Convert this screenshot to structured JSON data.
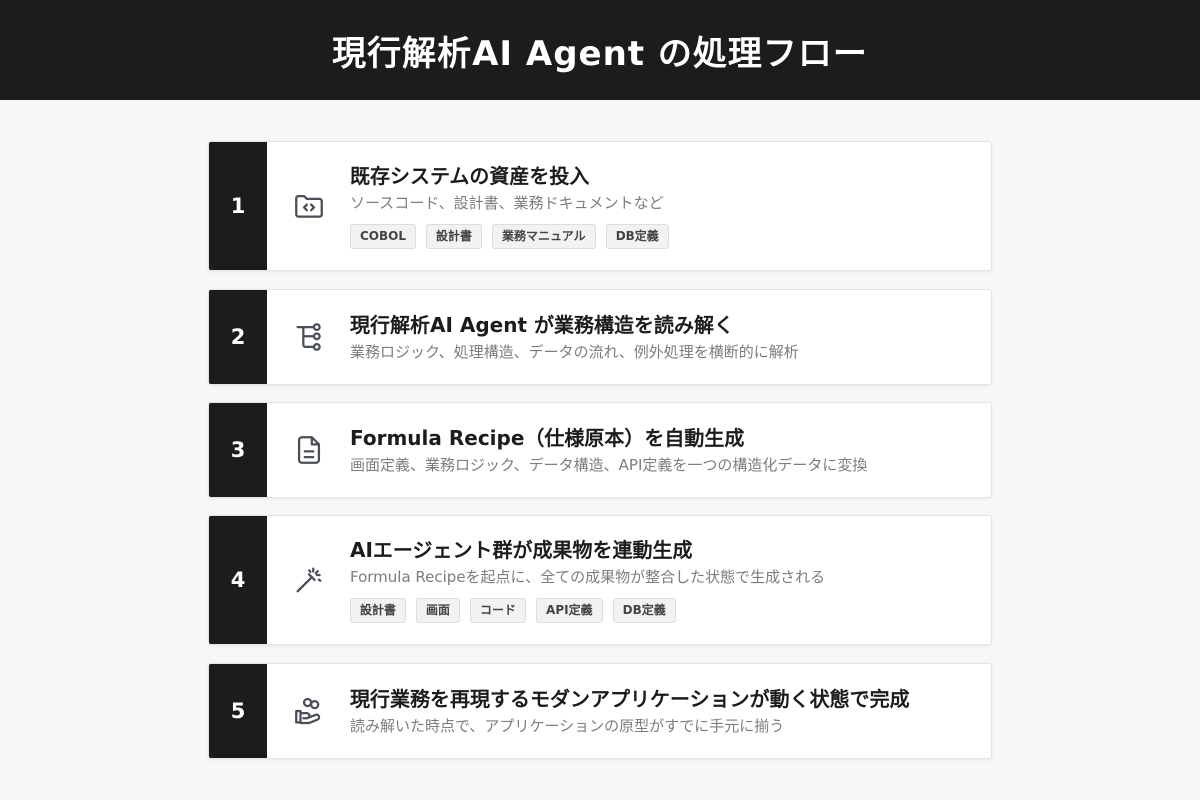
{
  "header": {
    "title": "現行解析AI Agent の処理フロー"
  },
  "steps": [
    {
      "number": "1",
      "icon": "folder-code-icon",
      "title": "既存システムの資産を投入",
      "description": "ソースコード、設計書、業務ドキュメントなど",
      "tags": [
        "COBOL",
        "設計書",
        "業務マニュアル",
        "DB定義"
      ]
    },
    {
      "number": "2",
      "icon": "tree-structure-icon",
      "title": "現行解析AI Agent が業務構造を読み解く",
      "description": "業務ロジック、処理構造、データの流れ、例外処理を横断的に解析"
    },
    {
      "number": "3",
      "icon": "document-icon",
      "title": "Formula Recipe（仕様原本）を自動生成",
      "description": "画面定義、業務ロジック、データ構造、API定義を一つの構造化データに変換"
    },
    {
      "number": "4",
      "icon": "magic-wand-icon",
      "title": "AIエージェント群が成果物を連動生成",
      "description": "Formula Recipeを起点に、全ての成果物が整合した状態で生成される",
      "tags": [
        "設計書",
        "画面",
        "コード",
        "API定義",
        "DB定義"
      ]
    },
    {
      "number": "5",
      "icon": "hand-coins-icon",
      "title": "現行業務を再現するモダンアプリケーションが動く状態で完成",
      "description": "読み解いた時点で、アプリケーションの原型がすでに手元に揃う"
    }
  ]
}
